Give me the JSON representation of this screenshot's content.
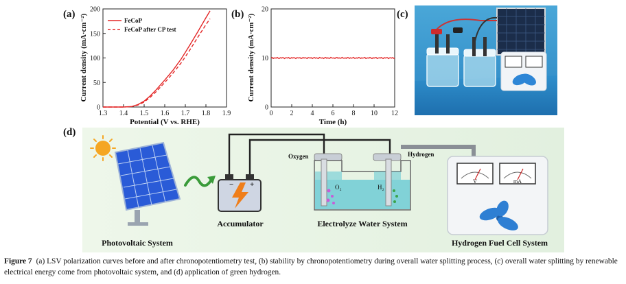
{
  "panels": {
    "a": "(a)",
    "b": "(b)",
    "c": "(c)",
    "d": "(d)"
  },
  "chart_data": [
    {
      "type": "line",
      "panel": "(a)",
      "xlabel": "Potential (V vs. RHE)",
      "ylabel": "Current density (mA·cm⁻²)",
      "xlim": [
        1.3,
        1.9
      ],
      "ylim": [
        0,
        200
      ],
      "xticks": [
        "1.3",
        "1.4",
        "1.5",
        "1.6",
        "1.7",
        "1.8",
        "1.9"
      ],
      "yticks": [
        "0",
        "50",
        "100",
        "150",
        "200"
      ],
      "legend_position": "top-left",
      "series": [
        {
          "name": "FeCoP",
          "style": "solid",
          "color": "#e32626",
          "x": [
            1.3,
            1.4,
            1.44,
            1.47,
            1.5,
            1.53,
            1.56,
            1.6,
            1.64,
            1.68,
            1.72,
            1.76,
            1.8,
            1.82
          ],
          "y": [
            0,
            0,
            1,
            5,
            12,
            23,
            36,
            55,
            75,
            98,
            125,
            153,
            182,
            196
          ]
        },
        {
          "name": "FeCoP after CP test",
          "style": "dashed",
          "color": "#e32626",
          "x": [
            1.3,
            1.4,
            1.44,
            1.47,
            1.5,
            1.53,
            1.56,
            1.6,
            1.64,
            1.68,
            1.72,
            1.76,
            1.8,
            1.82
          ],
          "y": [
            0,
            0,
            1,
            4,
            10,
            20,
            32,
            50,
            69,
            90,
            115,
            142,
            168,
            180
          ]
        }
      ]
    },
    {
      "type": "line",
      "panel": "(b)",
      "xlabel": "Time (h)",
      "ylabel": "Current density (mA·cm⁻²)",
      "xlim": [
        0,
        12
      ],
      "ylim": [
        0,
        20
      ],
      "xticks": [
        "0",
        "2",
        "4",
        "6",
        "8",
        "10",
        "12"
      ],
      "yticks": [
        "0",
        "10",
        "20"
      ],
      "series": [
        {
          "color": "#e32626",
          "x": [
            0,
            12
          ],
          "y": [
            10,
            10
          ]
        }
      ]
    }
  ],
  "diagram": {
    "oxygen": "Oxygen",
    "hydrogen": "Hydrogen",
    "o2": "O₂",
    "h2": "H₂",
    "photovoltaic": "Photovoltaic System",
    "accumulator": "Accumulator",
    "electrolyze": "Electrolyze Water System",
    "fuelcell": "Hydrogen Fuel Cell System",
    "meter_v": "V",
    "meter_ma": "mA",
    "plus": "+",
    "minus": "−"
  },
  "caption": {
    "label": "Figure 7",
    "text": "(a) LSV polarization curves before and after chronopotentiometry test, (b) stability by chronopotentiometry during overall water splitting process, (c) overall water splitting by renewable electrical energy come from photovoltaic system, and (d) application of green hydrogen."
  }
}
